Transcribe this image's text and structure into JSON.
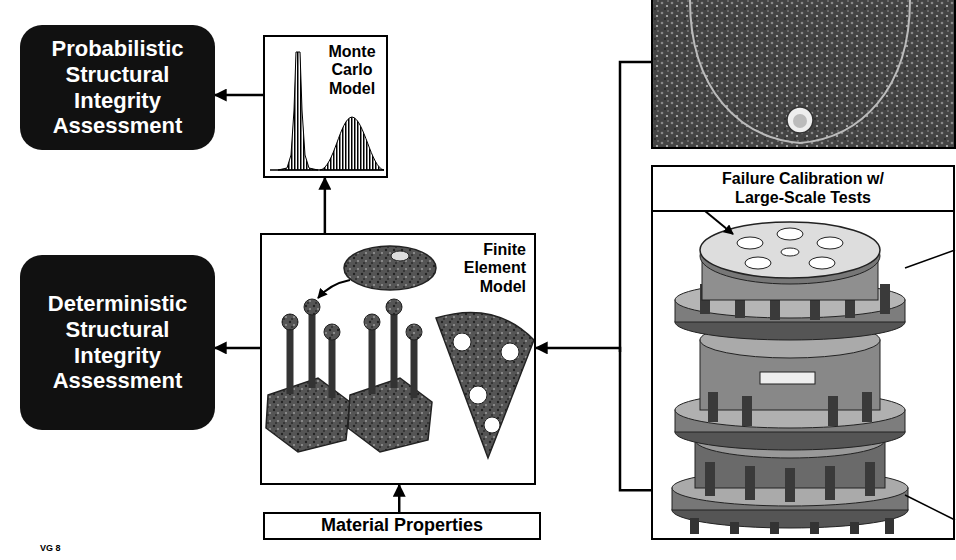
{
  "diagram": {
    "nodes": [
      {
        "text": [
          "Probabilistic Structural Integrity Assessment"
        ]
      },
      {
        "text": [
          "Monte Carlo Model"
        ]
      },
      {
        "text": [
          "Deterministic Structural Integrity Assessment"
        ]
      },
      {
        "text": [
          "Finite Element Model"
        ]
      },
      {
        "text": [
          "Failure Calibration w/ Large-Scale Tests"
        ]
      },
      {
        "text": [
          "Material Properties"
        ]
      }
    ],
    "edges": [
      {
        "from": 1,
        "to": 0,
        "arrow": "to"
      },
      {
        "from": 3,
        "to": 1,
        "arrow": "to"
      },
      {
        "from": 3,
        "to": 2,
        "arrow": "to"
      },
      {
        "from": 5,
        "to": 3,
        "arrow": "to"
      },
      {
        "from": 4,
        "to": 3,
        "arrow": "to"
      }
    ],
    "labels": [
      "VG 8"
    ]
  }
}
